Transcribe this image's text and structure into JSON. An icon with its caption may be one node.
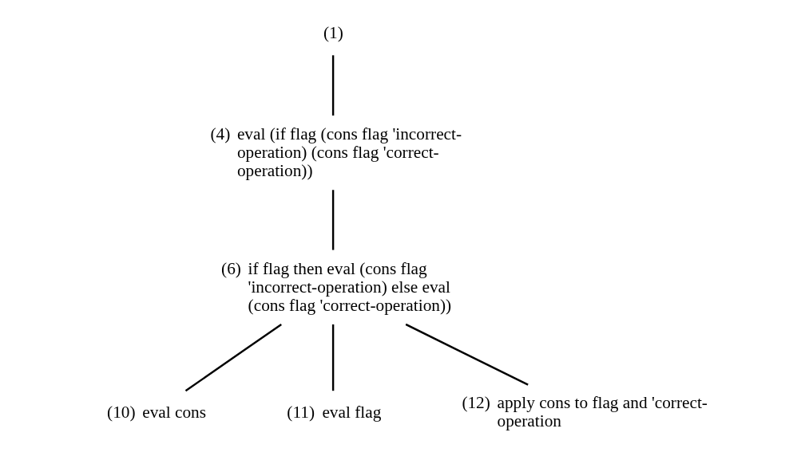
{
  "diagram": {
    "nodes": [
      {
        "text": [
          "(1)"
        ]
      },
      {
        "text": [
          "(4)"
        ],
        "beside": [
          "eval (if flag (cons flag 'incorrect-operation) (cons flag 'correct-operation))"
        ]
      },
      {
        "text": [
          "(6)"
        ],
        "beside": [
          "if flag then eval (cons flag 'incorrect-operation) else eval (cons flag 'correct-operation))"
        ]
      },
      {
        "text": [
          "(10)"
        ],
        "beside": [
          "eval cons"
        ]
      },
      {
        "text": [
          "(11)"
        ],
        "beside": [
          "eval flag"
        ]
      },
      {
        "text": [
          "(12)"
        ],
        "beside": [
          "apply cons to flag and 'correct-operation"
        ]
      }
    ],
    "edges": [
      {
        "from": 0,
        "to": 1,
        "arrow": "none"
      },
      {
        "from": 1,
        "to": 2,
        "arrow": "none"
      },
      {
        "from": 2,
        "to": 3,
        "arrow": "none"
      },
      {
        "from": 2,
        "to": 4,
        "arrow": "none"
      },
      {
        "from": 2,
        "to": 5,
        "arrow": "none"
      }
    ]
  }
}
